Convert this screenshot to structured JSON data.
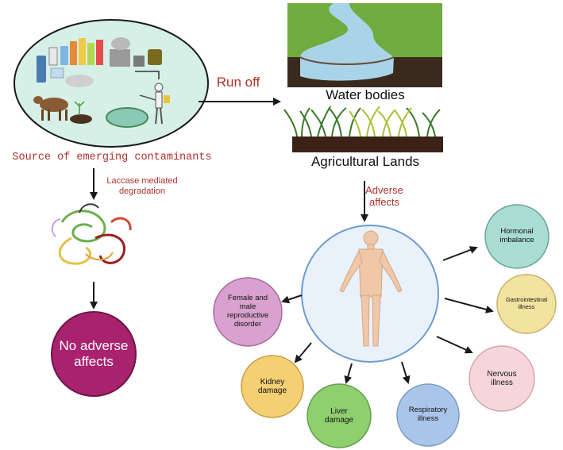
{
  "source": {
    "label": "Source of emerging contaminants",
    "label_color": "#b0302c"
  },
  "runoff": {
    "label": "Run off",
    "label_color": "#b0302c"
  },
  "water": {
    "label": "Water bodies"
  },
  "agri": {
    "label": "Agricultural Lands"
  },
  "laccase": {
    "label_line1": "Laccase mediated",
    "label_line2": "degradation",
    "label_color": "#b0302c"
  },
  "adverse": {
    "label_line1": "Adverse",
    "label_line2": "affects",
    "label_color": "#b0302c"
  },
  "no_adverse": {
    "line1": "No adverse",
    "line2": "affects",
    "color": "#a8226e"
  },
  "effects": {
    "hormonal": {
      "line1": "Hormonal",
      "line2": "imbalance",
      "color": "#a9dcd3"
    },
    "gastro": {
      "line1": "Gastrointestinal",
      "line2": "illness",
      "color": "#f3e3a0"
    },
    "nervous": {
      "line1": "Nervous",
      "line2": "illness",
      "color": "#f6d6da"
    },
    "respiratory": {
      "line1": "Respiratory",
      "line2": "illness",
      "color": "#a9c6ea"
    },
    "liver": {
      "line1": "Liver",
      "line2": "damage",
      "color": "#8fcf6e"
    },
    "kidney": {
      "line1": "Kidney",
      "line2": "damage",
      "color": "#f4cf73"
    },
    "reproductive": {
      "line1": "Female and",
      "line2": "male",
      "line3": "reproductive",
      "line4": "disorder",
      "color": "#d9a1cf"
    }
  },
  "icons": [
    "contaminant-sources-illustration",
    "river-illustration",
    "grass-field-illustration",
    "enzyme-protein-illustration",
    "human-body-illustration"
  ]
}
